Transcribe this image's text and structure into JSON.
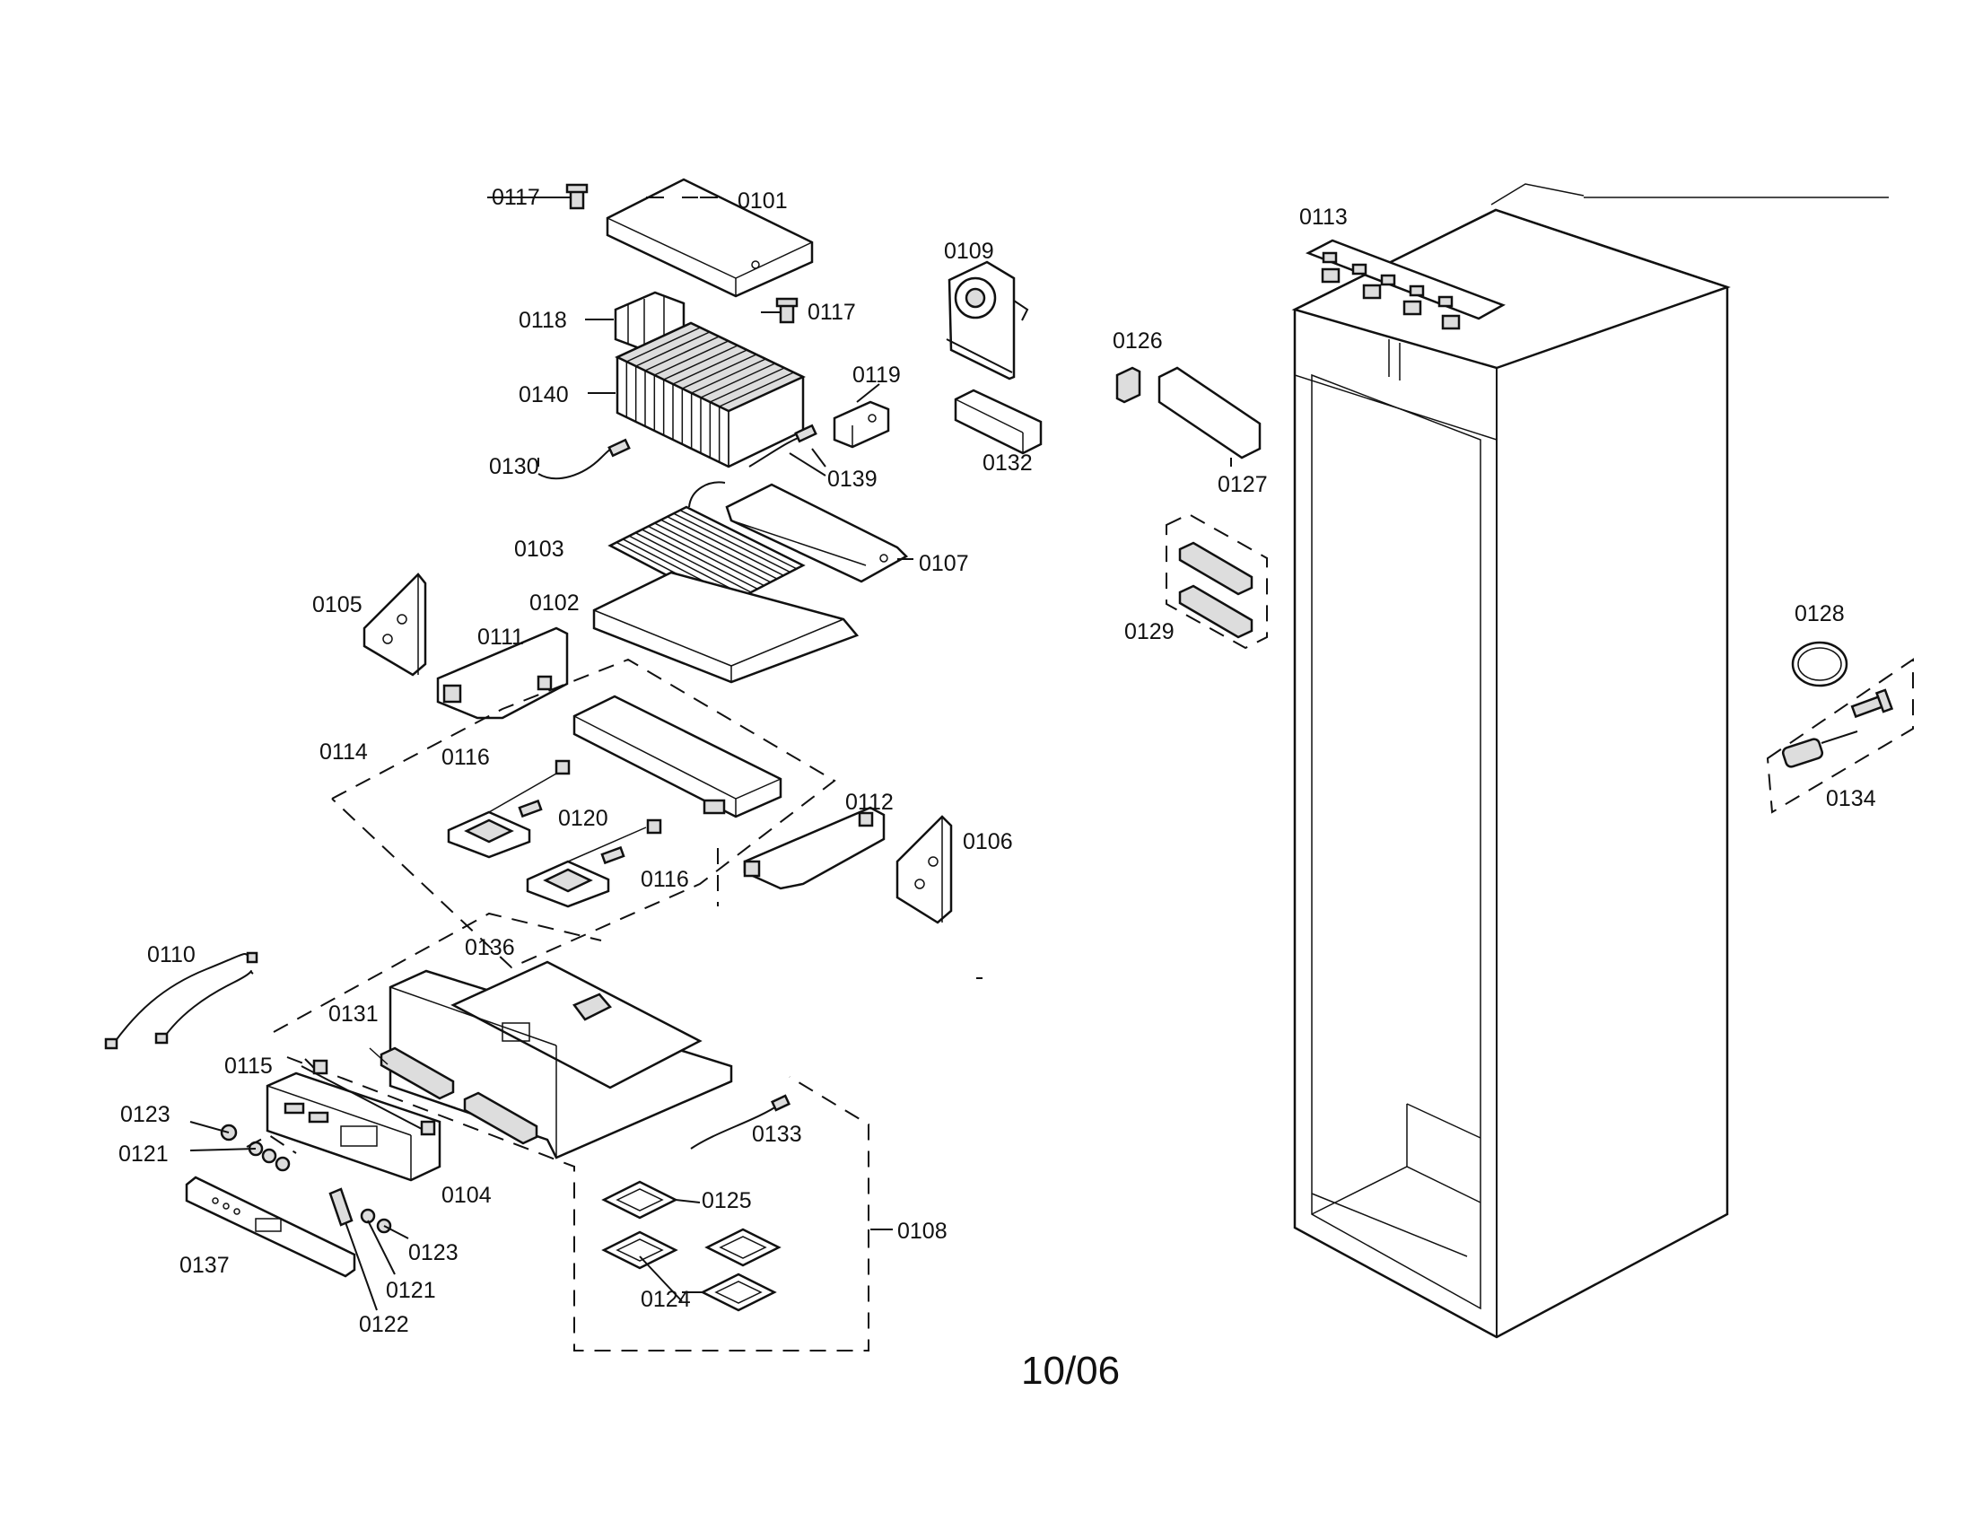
{
  "labels": {
    "p0101": "0101",
    "p0102": "0102",
    "p0103": "0103",
    "p0104": "0104",
    "p0105": "0105",
    "p0106": "0106",
    "p0107": "0107",
    "p0108": "0108",
    "p0109": "0109",
    "p0110": "0110",
    "p0111": "0111",
    "p0112": "0112",
    "p0113": "0113",
    "p0114": "0114",
    "p0115": "0115",
    "p0116a": "0116",
    "p0116b": "0116",
    "p0117a": "0117",
    "p0117b": "0117",
    "p0118": "0118",
    "p0119": "0119",
    "p0120": "0120",
    "p0121a": "0121",
    "p0121b": "0121",
    "p0122": "0122",
    "p0123a": "0123",
    "p0123b": "0123",
    "p0124": "0124",
    "p0125": "0125",
    "p0126": "0126",
    "p0127": "0127",
    "p0128": "0128",
    "p0129": "0129",
    "p0130": "0130",
    "p0131": "0131",
    "p0132": "0132",
    "p0133": "0133",
    "p0134": "0134",
    "p0136": "0136",
    "p0137": "0137",
    "p0139": "0139",
    "p0140": "0140"
  },
  "date_code": "10/06"
}
